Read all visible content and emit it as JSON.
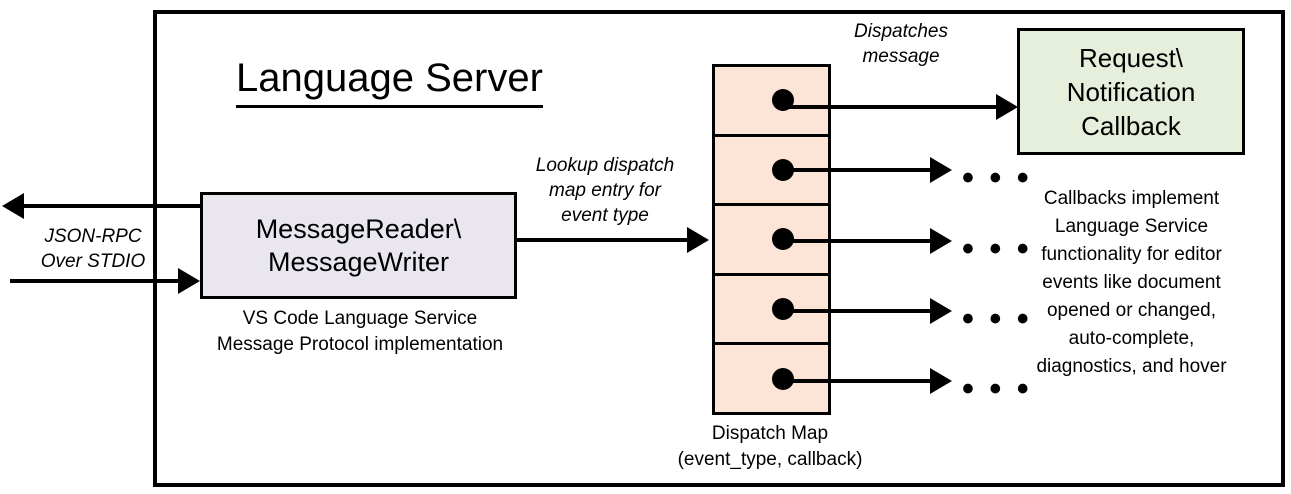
{
  "diagram": {
    "title": "Language Server",
    "outer_border_color": "#000000",
    "background": "#ffffff"
  },
  "message_io": {
    "box_label": "MessageReader\\\nMessageWriter",
    "box_fill": "#EAE6F0",
    "caption": "VS Code Language Service\nMessage Protocol implementation",
    "external_annotation": "JSON-RPC\nOver STDIO"
  },
  "lookup": {
    "annotation": "Lookup dispatch\nmap entry for\nevent type"
  },
  "dispatch_map": {
    "caption": "Dispatch Map\n(event_type, callback)",
    "fill": "#FCE5D6",
    "row_count": 5,
    "rows": [
      {
        "dot": "entry-dot",
        "target": "callback-box"
      },
      {
        "dot": "entry-dot",
        "target": "ellipsis"
      },
      {
        "dot": "entry-dot",
        "target": "ellipsis"
      },
      {
        "dot": "entry-dot",
        "target": "ellipsis"
      },
      {
        "dot": "entry-dot",
        "target": "ellipsis"
      }
    ],
    "dispatch_annotation": "Dispatches\nmessage",
    "ellipsis_glyph": "• • •",
    "ellipsis_rows": 4
  },
  "callback": {
    "box_label": "Request\\\nNotification\nCallback",
    "box_fill": "#E6EEDC",
    "caption": "Callbacks implement\nLanguage Service\nfunctionality for editor\nevents like document\nopened or changed,\nauto-complete,\ndiagnostics, and hover"
  }
}
